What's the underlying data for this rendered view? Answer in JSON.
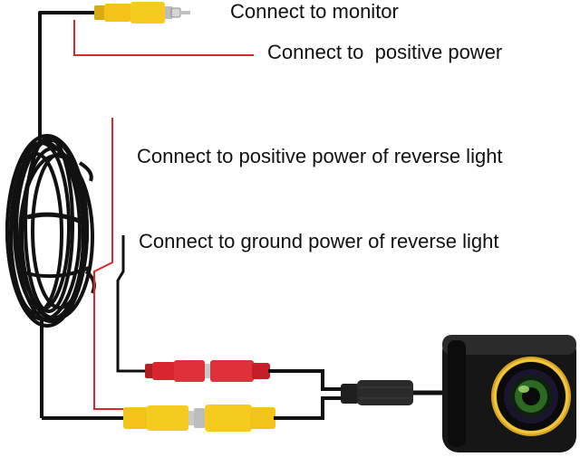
{
  "labels": {
    "monitor": "Connect to monitor",
    "positive_power": "Connect to  positive power",
    "reverse_light_positive": "Connect to positive power of reverse light",
    "reverse_light_ground": "Connect to ground power of reverse light"
  },
  "colors": {
    "cable": "#111111",
    "red_wire": "#e0242c",
    "rca_yellow": "#f2c318",
    "rca_red": "#d8262e",
    "camera_body": "#161616",
    "lens_ring": "#d9a520"
  },
  "components": {
    "camera": "rear-view-camera",
    "coiled_cable": "extension-cable-coil",
    "connectors": [
      "yellow-rca-video-top",
      "red-rca-power",
      "yellow-rca-video-bottom"
    ]
  }
}
